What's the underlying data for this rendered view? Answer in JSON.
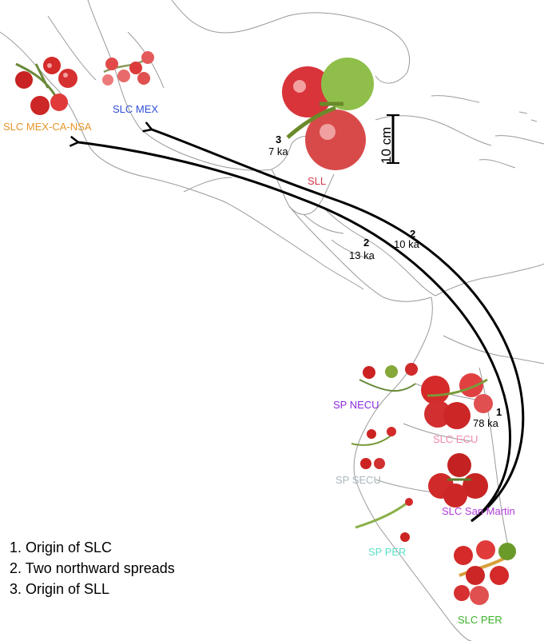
{
  "labels": {
    "slc_mex_ca_nsa": "SLC MEX-CA-NSA",
    "slc_mex": "SLC MEX",
    "sll": "SLL",
    "sp_necu": "SP NECU",
    "slc_ecu": "SLC ECU",
    "sp_secu": "SP SECU",
    "slc_san_martin": "SLC San Martin",
    "sp_per": "SP PER",
    "slc_per": "SLC PER"
  },
  "colors": {
    "slc_mex_ca_nsa": "#e8942a",
    "slc_mex": "#2f4fd8",
    "sll": "#d8344a",
    "sp_necu": "#8a2be2",
    "slc_ecu": "#f08ab0",
    "sp_secu": "#a8b8bc",
    "slc_san_martin": "#b03cd6",
    "sp_per": "#5ee0c8",
    "slc_per": "#3cb02c"
  },
  "events": {
    "e1_num": "1",
    "e1_age": "78 ka",
    "e2a_num": "2",
    "e2a_age": "13 ka",
    "e2b_num": "2",
    "e2b_age": "10 ka",
    "e3_num": "3",
    "e3_age": "7 ka"
  },
  "scale_bar": "10 cm",
  "legend": {
    "item1": "1. Origin of SLC",
    "item2": "2. Two northward spreads",
    "item3": "3. Origin of SLL"
  }
}
